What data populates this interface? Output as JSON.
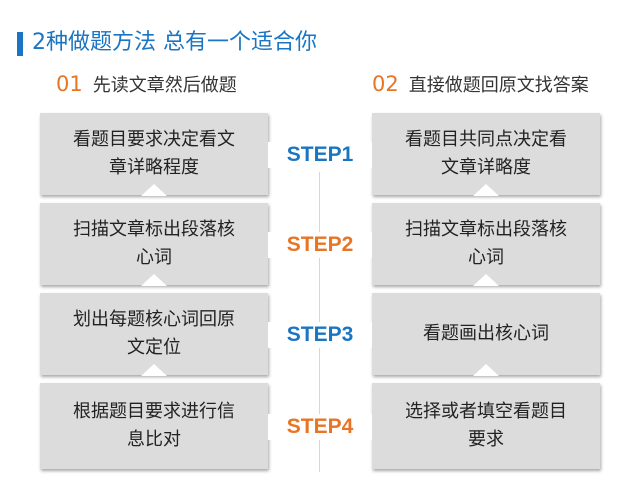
{
  "title": "2种做题方法 总有一个适合你",
  "left": {
    "number": "01",
    "heading": "先读文章然后做题",
    "steps": [
      "看题目要求决定看文章详略程度",
      "扫描文章标出段落核心词",
      "划出每题核心词回原文定位",
      "根据题目要求进行信息比对"
    ]
  },
  "right": {
    "number": "02",
    "heading": "直接做题回原文找答案",
    "steps": [
      "看题目共同点决定看文章详略度",
      "扫描文章标出段落核心词",
      "看题画出核心词",
      "选择或者填空看题目要求"
    ]
  },
  "step_labels": [
    "STEP1",
    "STEP2",
    "STEP3",
    "STEP4"
  ],
  "colors": {
    "accent_blue": "#1a75c2",
    "accent_orange": "#e87424",
    "box_gray": "#dcdcdc"
  }
}
